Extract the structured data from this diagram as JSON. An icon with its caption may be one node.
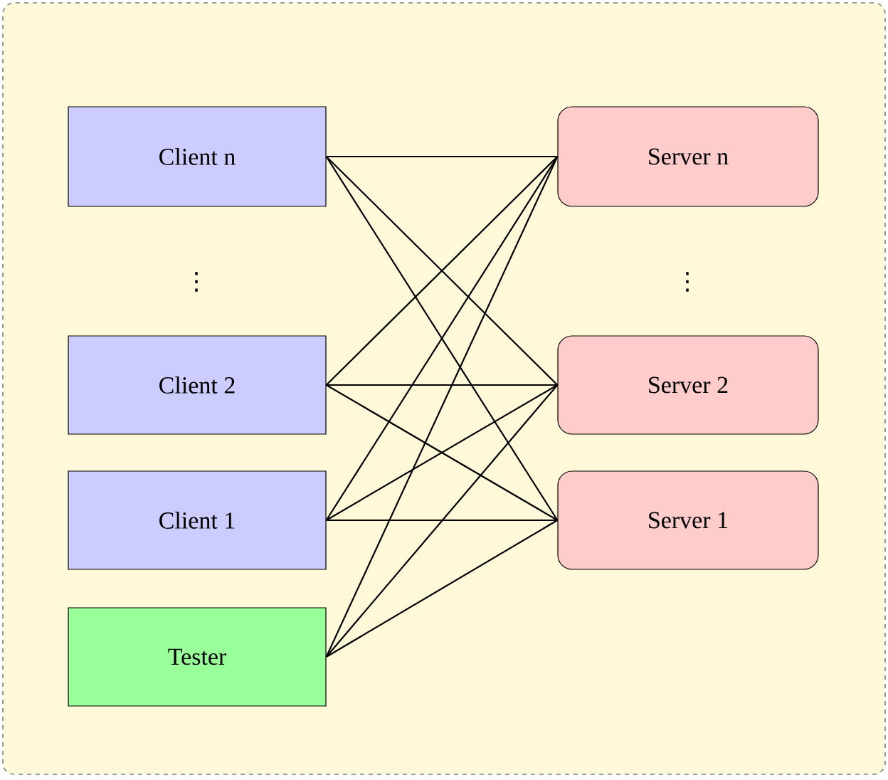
{
  "diagram": {
    "nodes": [
      {
        "text": [],
        "shape": "box"
      },
      {
        "text": [
          "Client n"
        ],
        "in": 0
      },
      {
        "text": [
          "Client 2"
        ],
        "in": 0
      },
      {
        "text": [
          "Client 1"
        ],
        "in": 0
      },
      {
        "text": [
          "Tester"
        ],
        "in": 0
      },
      {
        "text": [
          "Server n"
        ],
        "in": 0
      },
      {
        "text": [
          "Server 2"
        ],
        "in": 0
      },
      {
        "text": [
          "Server 1"
        ],
        "in": 0
      }
    ],
    "edges": [
      {
        "from": 1,
        "to": 5,
        "arrow": "none"
      },
      {
        "from": 1,
        "to": 6,
        "arrow": "none"
      },
      {
        "from": 1,
        "to": 7,
        "arrow": "none"
      },
      {
        "from": 2,
        "to": 5,
        "arrow": "none"
      },
      {
        "from": 2,
        "to": 6,
        "arrow": "none"
      },
      {
        "from": 2,
        "to": 7,
        "arrow": "none"
      },
      {
        "from": 3,
        "to": 5,
        "arrow": "none"
      },
      {
        "from": 3,
        "to": 6,
        "arrow": "none"
      },
      {
        "from": 3,
        "to": 7,
        "arrow": "none"
      },
      {
        "from": 4,
        "to": 5,
        "arrow": "none"
      },
      {
        "from": 4,
        "to": 6,
        "arrow": "none"
      },
      {
        "from": 4,
        "to": 7,
        "arrow": "none"
      }
    ],
    "labels": [
      "⋮",
      "⋮"
    ]
  }
}
